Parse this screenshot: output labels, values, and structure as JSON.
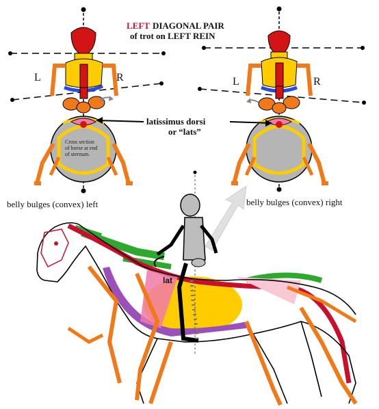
{
  "title": {
    "word_left": "LEFT",
    "line1_rest": "DIAGONAL PAIR",
    "line2": "of trot on LEFT REIN"
  },
  "side_labels": {
    "left": "L",
    "right": "R"
  },
  "muscle_label": {
    "line1": "latissimus dorsi",
    "line2": "or “lats”"
  },
  "cross_section_note": [
    "Cross section",
    "of horse at end",
    "of sternum."
  ],
  "captions": {
    "left": "belly bulges (convex)  left",
    "right": "belly bulges (convex) right"
  },
  "rider_label": "lat",
  "colors": {
    "accent_red": "#c8102e",
    "muscle_red": "#d21414",
    "orange": "#f07a1a",
    "yellow": "#ffcc00",
    "green": "#2ea82e",
    "purple": "#9b4fb8",
    "pink": "#f07aa8",
    "light_pink": "#f8c8d4",
    "grey": "#bdbdbd",
    "blue": "#2a4bd8"
  }
}
